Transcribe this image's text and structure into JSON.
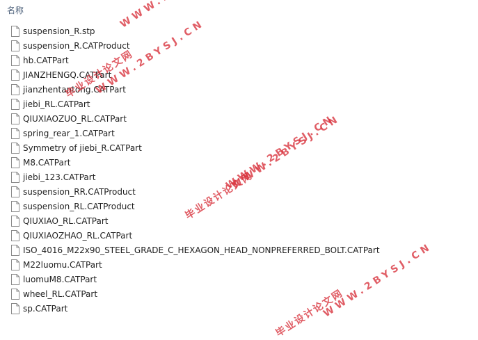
{
  "header": {
    "column_name": "名称"
  },
  "files": [
    {
      "name": "suspension_R.stp"
    },
    {
      "name": "suspension_R.CATProduct"
    },
    {
      "name": "hb.CATPart"
    },
    {
      "name": "JIANZHENGQ.CATPart"
    },
    {
      "name": "jianzhentantong.CATPart"
    },
    {
      "name": "jiebi_RL.CATPart"
    },
    {
      "name": "QIUXIAOZUO_RL.CATPart"
    },
    {
      "name": "spring_rear_1.CATPart"
    },
    {
      "name": "Symmetry of jiebi_R.CATPart"
    },
    {
      "name": "M8.CATPart"
    },
    {
      "name": "jiebi_123.CATPart"
    },
    {
      "name": "suspension_RR.CATProduct"
    },
    {
      "name": "suspension_RL.CATProduct"
    },
    {
      "name": "QIUXIAO_RL.CATPart"
    },
    {
      "name": "QIUXIAOZHAO_RL.CATPart"
    },
    {
      "name": "ISO_4016_M22x90_STEEL_GRADE_C_HEXAGON_HEAD_NONPREFERRED_BOLT.CATPart"
    },
    {
      "name": "M22luomu.CATPart"
    },
    {
      "name": "luomuM8.CATPart"
    },
    {
      "name": "wheel_RL.CATPart"
    },
    {
      "name": "sp.CATPart"
    }
  ],
  "watermark": {
    "cn_text": "毕业设计论文网",
    "url_text": "WWW.2BYSJ.CN",
    "color": "#d8303a"
  },
  "icons": {
    "file": "file-icon"
  }
}
